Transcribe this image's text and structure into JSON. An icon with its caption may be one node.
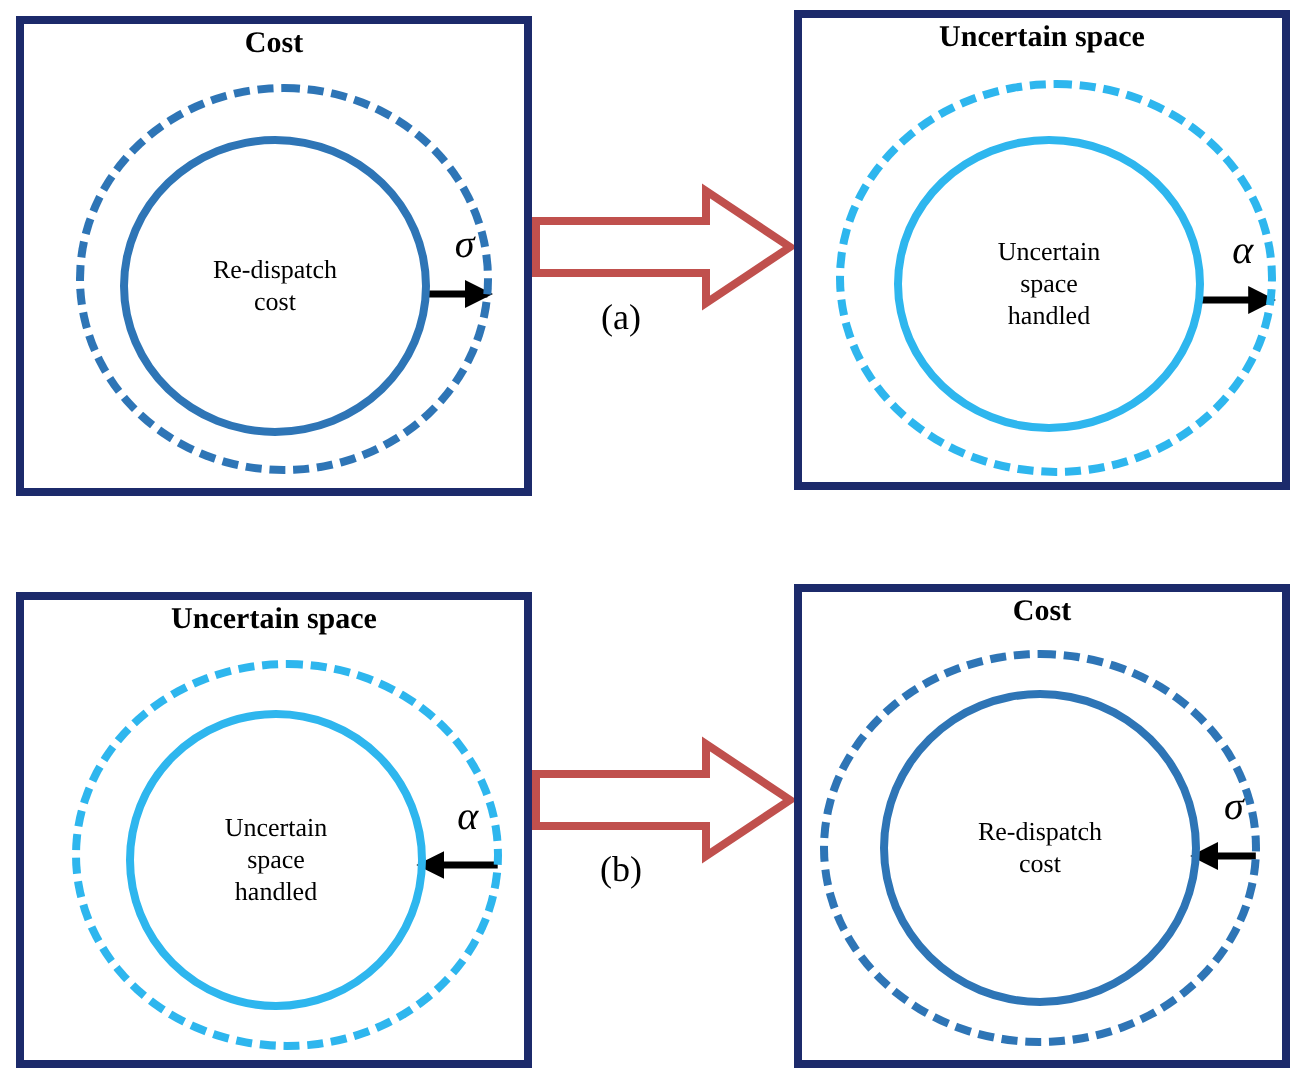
{
  "diagram": {
    "nodes": [
      {
        "text": [
          "Cost"
        ]
      },
      {
        "text": [],
        "shape": "circle",
        "in": 0
      },
      {
        "text": [
          "Re-dispatch cost"
        ],
        "in": 1
      },
      {
        "text": [
          "Uncertain space"
        ]
      },
      {
        "text": [],
        "shape": "circle",
        "in": 3
      },
      {
        "text": [
          "Uncertain space handled"
        ],
        "in": 4
      },
      {
        "text": [
          "Uncertain space"
        ]
      },
      {
        "text": [],
        "shape": "circle",
        "in": 6
      },
      {
        "text": [
          "Uncertain space handled"
        ],
        "in": 7
      },
      {
        "text": [
          "Cost"
        ]
      },
      {
        "text": [],
        "shape": "circle",
        "in": 9
      },
      {
        "text": [
          "Re-dispatch cost"
        ],
        "in": 10
      }
    ],
    "edges": [
      {
        "from": 0,
        "to": 3,
        "arrow": "to",
        "label": "(a)",
        "style": "thick",
        "color": "#c0504d"
      },
      {
        "from": 2,
        "to": 1,
        "arrow": "to",
        "label": "σ"
      },
      {
        "from": 5,
        "to": 4,
        "arrow": "to",
        "label": "α"
      },
      {
        "from": 6,
        "to": 9,
        "arrow": "to",
        "label": "(b)",
        "style": "thick",
        "color": "#c0504d"
      },
      {
        "from": 7,
        "to": 8,
        "arrow": "to",
        "label": "α"
      },
      {
        "from": 10,
        "to": 11,
        "arrow": "to",
        "label": "σ"
      }
    ]
  }
}
